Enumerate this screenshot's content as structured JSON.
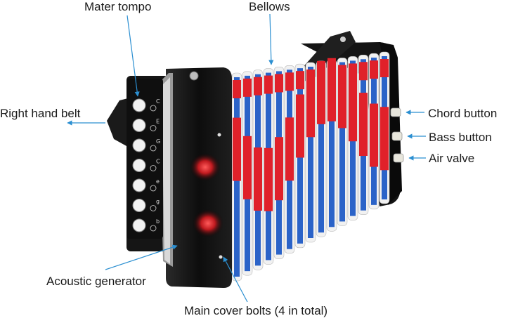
{
  "labels": {
    "tempo": "Mater tompo",
    "bellows": "Bellows",
    "right_hand_belt": "Right hand belt",
    "chord_button": "Chord button",
    "bass_button": "Bass button",
    "air_valve": "Air valve",
    "acoustic_generator": "Acoustic generator",
    "cover_bolts": "Main cover bolts (4 in total)"
  },
  "key_letters": [
    "C",
    "E",
    "G",
    "C",
    "e",
    "g",
    "b"
  ],
  "colors": {
    "arrow": "#2b8fd1",
    "body": "#111111",
    "bellows_red": "#e0212a",
    "bellows_blue": "#2b63c8",
    "bellows_white": "#f1f1f1",
    "glow": "#d21b22"
  }
}
